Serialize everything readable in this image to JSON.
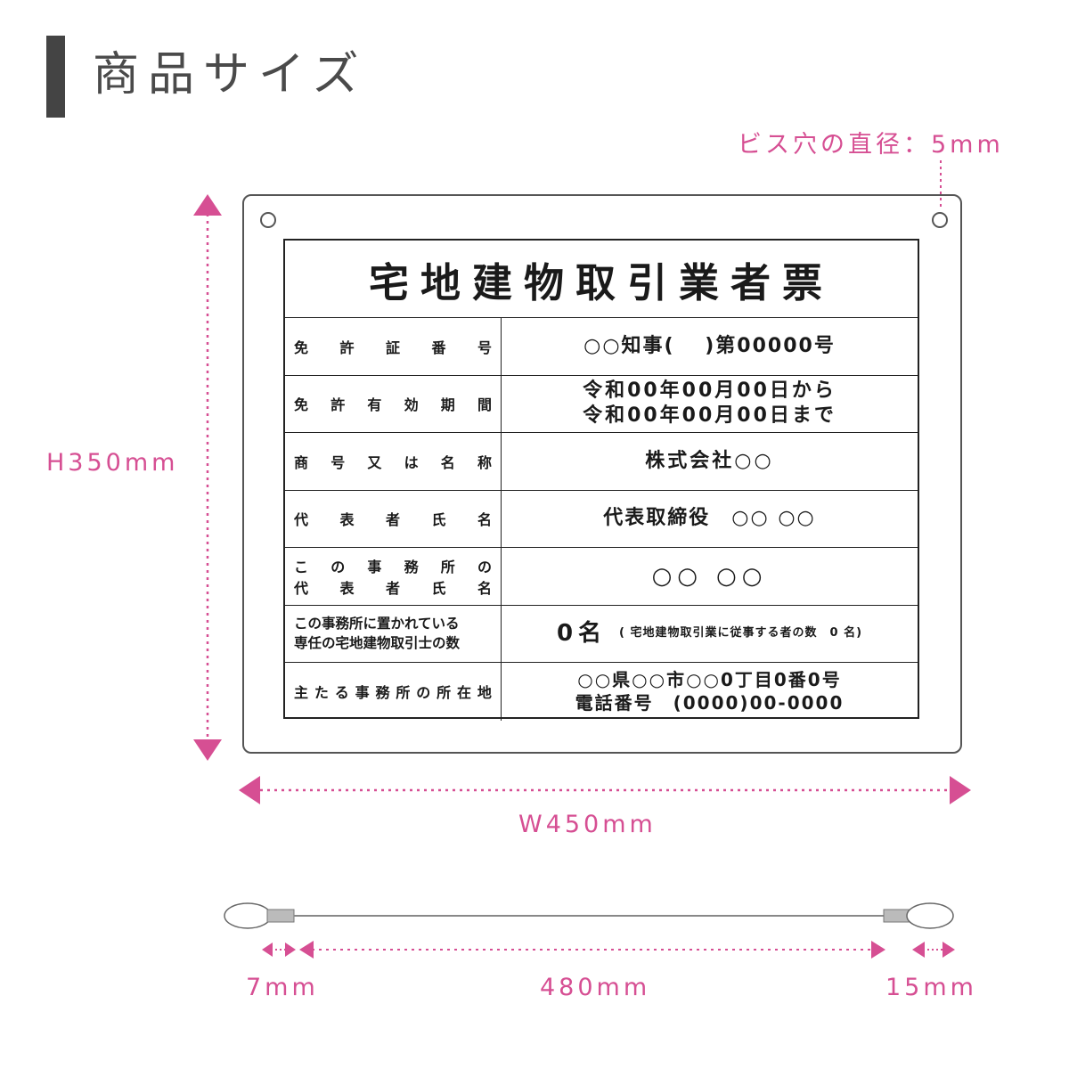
{
  "header": {
    "title": "商品サイズ"
  },
  "dimensions": {
    "screw_hole": "ビス穴の直径：5mm",
    "height": "H350mm",
    "width": "W450mm",
    "wire_left": "7mm",
    "wire_mid": "480mm",
    "wire_right": "15mm"
  },
  "sign": {
    "title": "宅地建物取引業者票",
    "rows": [
      {
        "label": [
          "免",
          "許",
          "証",
          "番",
          "号"
        ],
        "value": "○○知事(　 )第00000号"
      },
      {
        "label": [
          "免",
          "許",
          "有",
          "効",
          "期",
          "間"
        ],
        "value_lines": [
          "令和00年00月00日から",
          "令和00年00月00日まで"
        ]
      },
      {
        "label": [
          "商",
          "号",
          "又",
          "は",
          "名",
          "称"
        ],
        "value": "株式会社○○"
      },
      {
        "label": [
          "代",
          "表",
          "者",
          "氏",
          "名"
        ],
        "value": "代表取締役　○○ ○○"
      },
      {
        "label_lines": [
          [
            "こ",
            "の",
            "事",
            "務",
            "所",
            "の"
          ],
          [
            "代",
            "表",
            "者",
            "氏",
            "名"
          ]
        ],
        "value": "○○ ○○"
      },
      {
        "label_lines_plain": [
          "この事務所に置かれている",
          "専任の宅地建物取引士の数"
        ],
        "value": "0名",
        "note": "( 宅地建物取引業に従事する者の数　0 名)"
      },
      {
        "label": [
          "主",
          "た",
          "る",
          "事",
          "務",
          "所",
          "の",
          "所",
          "在",
          "地"
        ],
        "value_lines": [
          "○○県○○市○○0丁目0番0号",
          "電話番号　(0000)00-0000"
        ]
      }
    ]
  },
  "colors": {
    "accent": "#d64f93",
    "line": "#555555",
    "text": "#222222"
  }
}
